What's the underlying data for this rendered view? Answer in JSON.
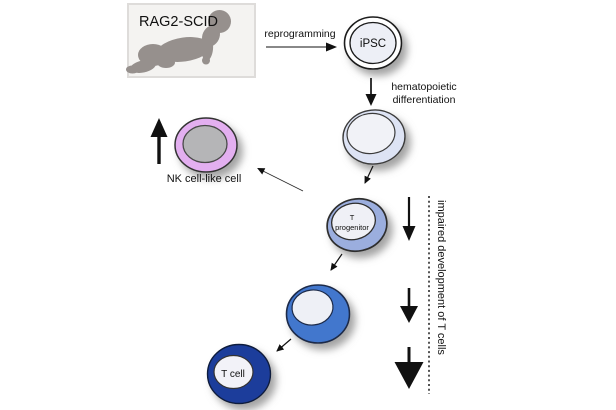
{
  "figure": {
    "box_label": "RAG2-SCID",
    "reprogramming_label": "reprogramming",
    "differentiation_label_line1": "hematopoietic",
    "differentiation_label_line2": "differentiation",
    "impaired_label": "impaired development of T cells",
    "nk_label": "NK cell-like cell"
  },
  "cells": {
    "ipsc": {
      "label": "iPSC",
      "fill": "#edeff6",
      "ring": "#ffffff"
    },
    "hematopoietic_progenitor": {
      "outer": "#dde3f4",
      "inner": "#f1f2f7"
    },
    "t_progenitor": {
      "label_line1": "T",
      "label_line2": "progenitor",
      "outer": "#9baede",
      "inner": "#eff0f6"
    },
    "immature_t_cell": {
      "outer": "#4377cd",
      "inner": "#eef0f6"
    },
    "t_cell": {
      "label": "T cell",
      "outer": "#1e3c9b",
      "inner": "#f2f2f8"
    },
    "nk_cell": {
      "outer": "#e3aff0",
      "inner": "#b5b5b7"
    }
  },
  "colors": {
    "baby_silhouette": "#96908d",
    "arrow": "#111111"
  }
}
